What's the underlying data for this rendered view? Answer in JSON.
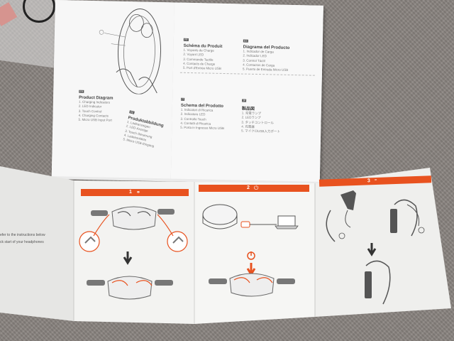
{
  "booklet": {
    "en": {
      "badge": "EN",
      "title": "Product Diagram",
      "items": [
        "1. Charging Indicators",
        "2. LED Indicator",
        "3. Touch Control",
        "4. Charging Contacts",
        "5. Micro USB Input Port"
      ]
    },
    "de": {
      "badge": "DE",
      "title": "Produktabbildung",
      "items": [
        "1. Ladeanzeigen",
        "2. LED-Anzeige",
        "3. Touch-Steuerung",
        "4. Ladekontakte",
        "5. Micro-USB-Eingang"
      ]
    },
    "fr": {
      "badge": "FR",
      "title": "Schéma du Produit",
      "items": [
        "1. Voyants de Charge",
        "2. Voyant LED",
        "3. Commande Tactile",
        "4. Contacts de Charge",
        "5. Port d'Entrée Micro USB"
      ]
    },
    "es": {
      "badge": "ES",
      "title": "Diagrama del Producto",
      "items": [
        "1. Indicador de Carga",
        "2. Indicador LED",
        "3. Control Táctil",
        "4. Contactos de Carga",
        "5. Puerto de Entrada Micro USB"
      ]
    },
    "it": {
      "badge": "IT",
      "title": "Schema del Prodotto",
      "items": [
        "1. Indicatori di Ricarica",
        "2. Indicatore LED",
        "3. Controllo Touch",
        "4. Contatti di Ricarica",
        "5. Porta in Ingresso Micro USB"
      ]
    },
    "jp": {
      "badge": "JP",
      "title": "製品図",
      "items": [
        "1. 充電ランプ",
        "2. LEDランプ",
        "3. タッチコントロール",
        "4. 充電器",
        "5. マイクロUSB入力ポート"
      ]
    }
  },
  "foldout": {
    "left_text": [
      "efer to the instructions below",
      "ck start of your headphones"
    ],
    "steps": [
      {
        "number": "1",
        "icon": "headphones-icon"
      },
      {
        "number": "2",
        "icon": "power-icon"
      },
      {
        "number": "3",
        "icon": "wave-icon"
      }
    ],
    "colors": {
      "accent": "#e8521f",
      "paper": "#f4f4f2",
      "booklet_paper": "#f7f7f7"
    }
  }
}
